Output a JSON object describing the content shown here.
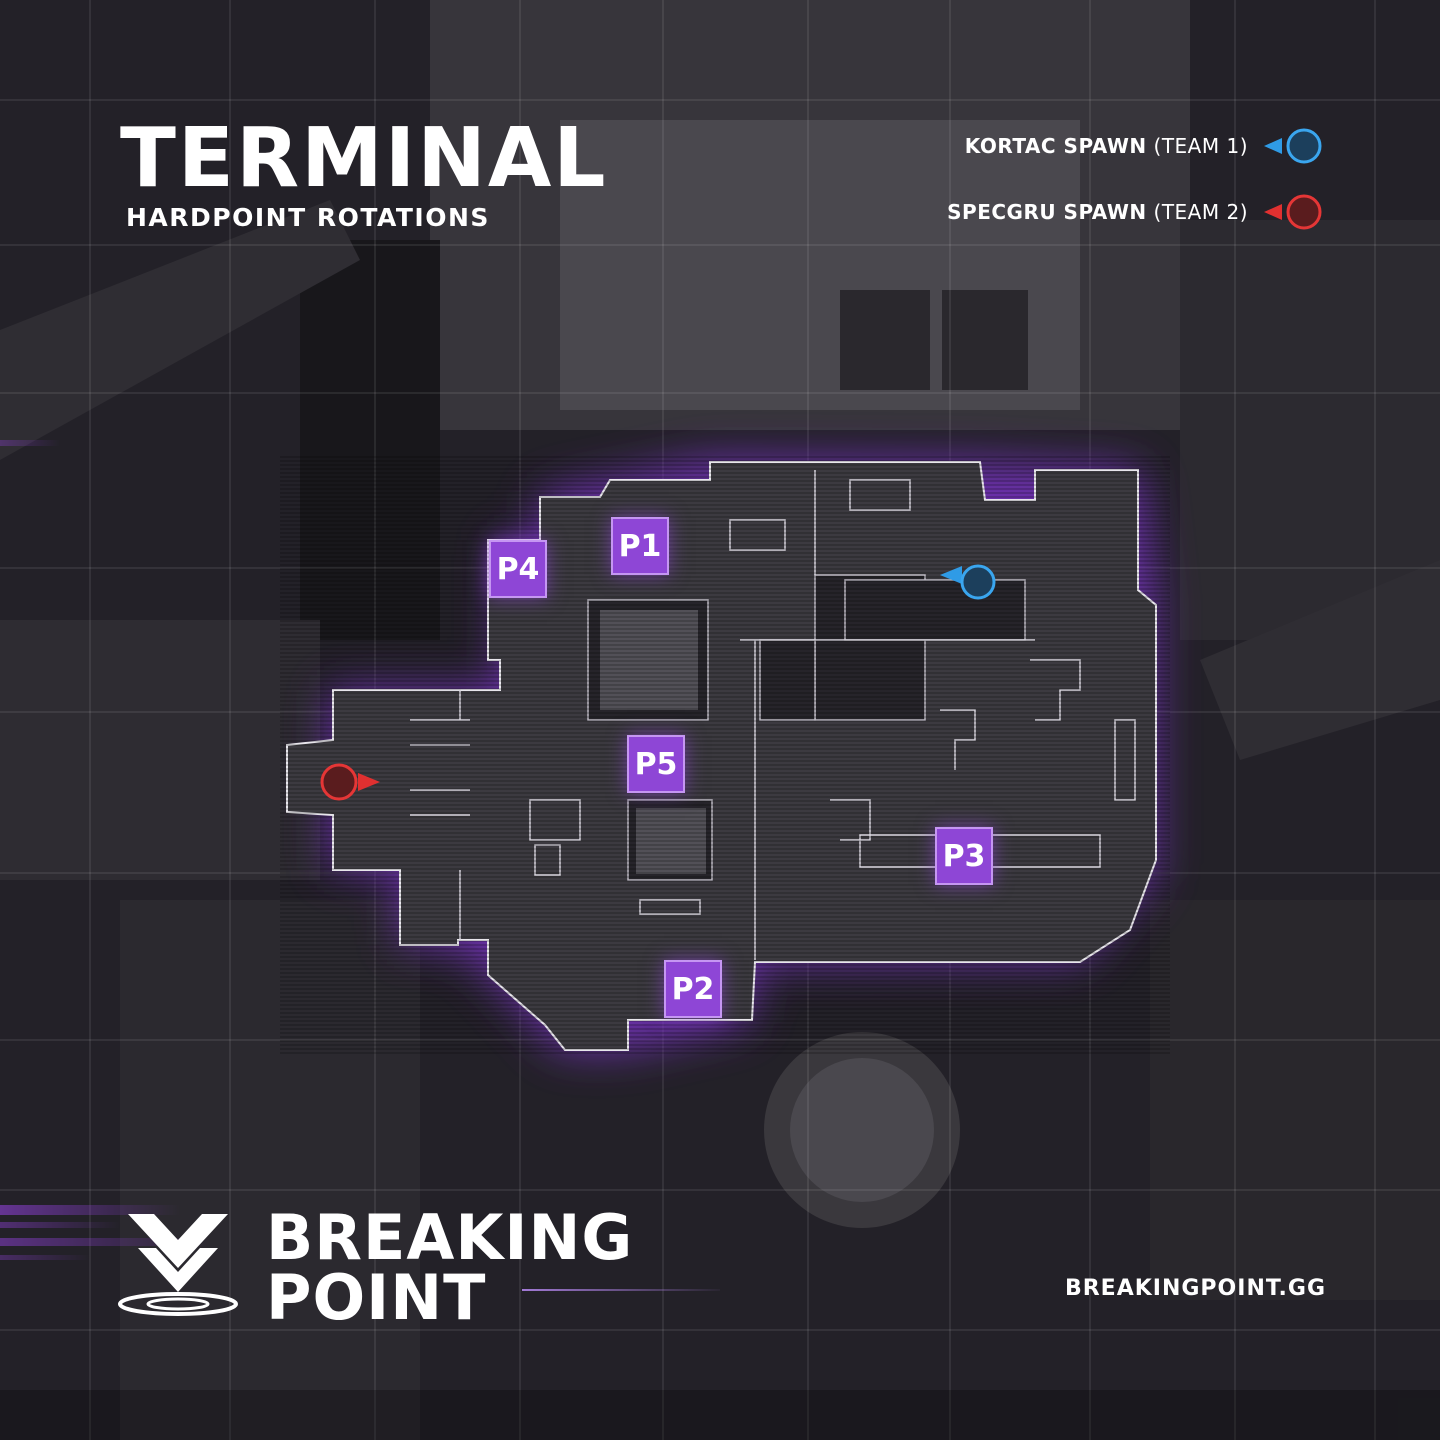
{
  "header": {
    "title": "TERMINAL",
    "subtitle": "HARDPOINT ROTATIONS"
  },
  "legend": [
    {
      "label": "KORTAC SPAWN",
      "team": "(TEAM 1)",
      "color": "#2f9be6",
      "icon": "blue-spawn-marker-icon"
    },
    {
      "label": "SPECGRU SPAWN",
      "team": "(TEAM 2)",
      "color": "#e03030",
      "icon": "red-spawn-marker-icon"
    }
  ],
  "hardpoints": [
    {
      "id": "P1",
      "label": "P1"
    },
    {
      "id": "P2",
      "label": "P2"
    },
    {
      "id": "P3",
      "label": "P3"
    },
    {
      "id": "P4",
      "label": "P4"
    },
    {
      "id": "P5",
      "label": "P5"
    }
  ],
  "colors": {
    "accent": "#8e46d6",
    "background": "#1d1b22",
    "map_floor": "#3c3a40"
  },
  "footer": {
    "brand_line1": "BREAKING",
    "brand_line2": "POINT",
    "website": "BREAKINGPOINT.GG",
    "logo_icon": "breaking-point-logo-icon"
  }
}
